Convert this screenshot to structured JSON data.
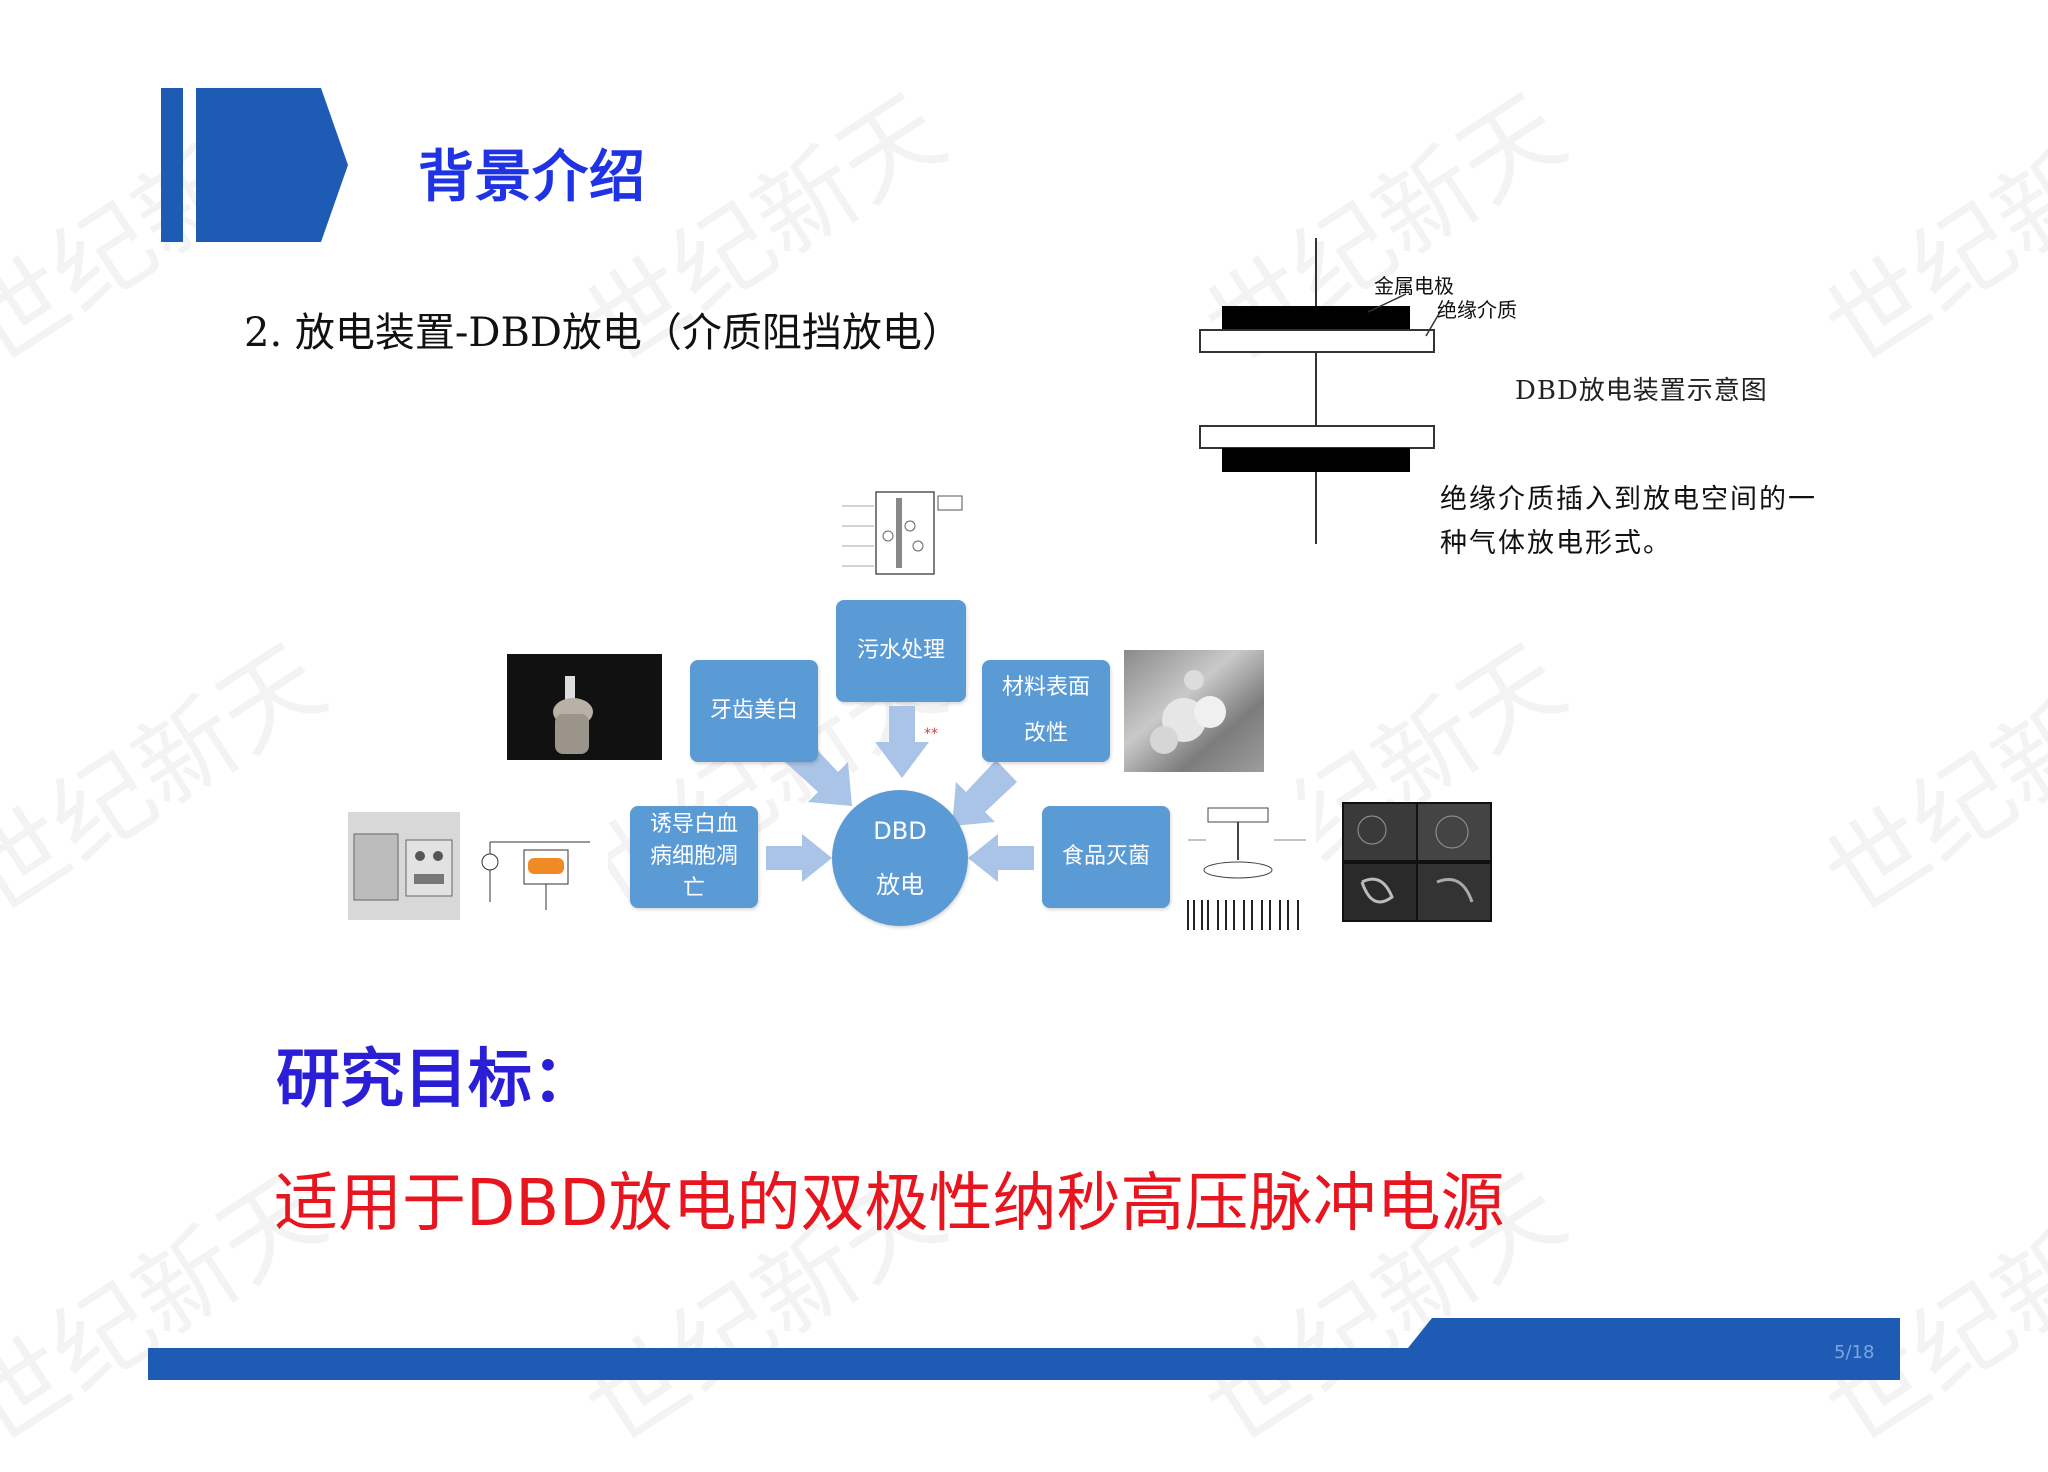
{
  "header": {
    "title": "背景介绍"
  },
  "section": {
    "heading": "2. 放电装置-DBD放电（介质阻挡放电）"
  },
  "schematic": {
    "label_metal_electrode": "金属电极",
    "label_dielectric": "绝缘介质",
    "caption": "DBD放电装置示意图",
    "description": "绝缘介质插入到放电空间的一种气体放电形式。"
  },
  "diagram": {
    "center_line1": "DBD",
    "center_line2": "放电",
    "apps": {
      "sewage": "污水处理",
      "teeth": "牙齿美白",
      "material_line1": "材料表面",
      "material_line2": "改性",
      "leukemia": "诱导白血病细胞凋亡",
      "food": "食品灭菌"
    },
    "marker": "**"
  },
  "goal": {
    "label": "研究目标：",
    "text": "适用于DBD放电的双极性纳秒高压脉冲电源"
  },
  "footer": {
    "page": "5/18"
  },
  "watermark": {
    "text": "世纪新天"
  },
  "colors": {
    "primary_blue": "#1d5bb5",
    "title_blue": "#1f33e5",
    "box_blue": "#5b9bd5",
    "arrow_blue": "#a9c4e6",
    "goal_label": "#2a1fd6",
    "goal_text": "#e8141e"
  }
}
